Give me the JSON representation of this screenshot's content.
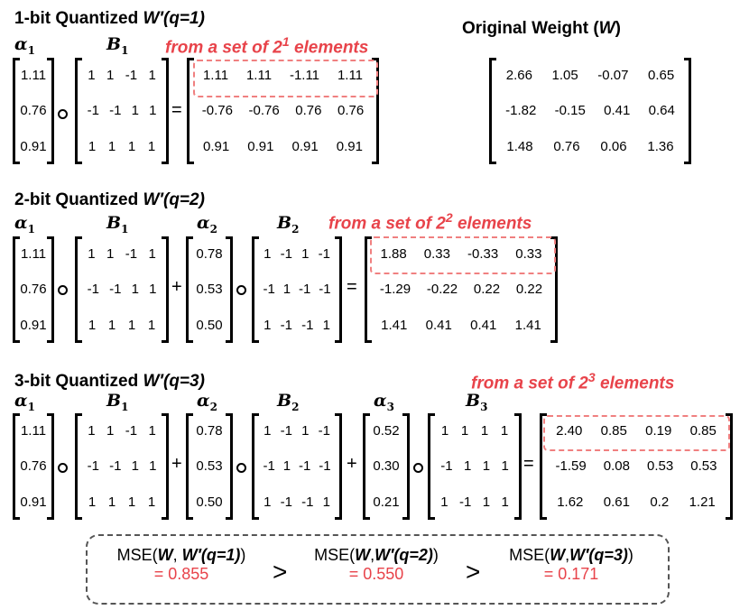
{
  "section1": {
    "title_prefix": "1-bit Quantized ",
    "title_italic": "W′(q=1)",
    "set_prefix": "from a set of 2",
    "set_exp": "1",
    "set_suffix": " elements",
    "alpha1_sym": "α",
    "alpha1_sub": "1",
    "b1_sym": "B",
    "b1_sub": "1",
    "alpha1": [
      "1.11",
      "0.76",
      "0.91"
    ],
    "B1": [
      [
        "1",
        "1",
        "-1",
        "1"
      ],
      [
        "-1",
        "-1",
        "1",
        "1"
      ],
      [
        "1",
        "1",
        "1",
        "1"
      ]
    ],
    "result": [
      [
        "1.11",
        "1.11",
        "-1.11",
        "1.11"
      ],
      [
        "-0.76",
        "-0.76",
        "0.76",
        "0.76"
      ],
      [
        "0.91",
        "0.91",
        "0.91",
        "0.91"
      ]
    ]
  },
  "original": {
    "title_prefix": "Original Weight (",
    "title_italic": "W",
    "title_suffix": ")",
    "W": [
      [
        "2.66",
        "1.05",
        "-0.07",
        "0.65"
      ],
      [
        "-1.82",
        "-0.15",
        "0.41",
        "0.64"
      ],
      [
        "1.48",
        "0.76",
        "0.06",
        "1.36"
      ]
    ]
  },
  "section2": {
    "title_prefix": "2-bit Quantized ",
    "title_italic": "W′(q=2)",
    "set_prefix": "from a set of 2",
    "set_exp": "2",
    "set_suffix": " elements",
    "alpha1_sym": "α",
    "alpha1_sub": "1",
    "b1_sym": "B",
    "b1_sub": "1",
    "alpha2_sym": "α",
    "alpha2_sub": "2",
    "b2_sym": "B",
    "b2_sub": "2",
    "alpha1": [
      "1.11",
      "0.76",
      "0.91"
    ],
    "B1": [
      [
        "1",
        "1",
        "-1",
        "1"
      ],
      [
        "-1",
        "-1",
        "1",
        "1"
      ],
      [
        "1",
        "1",
        "1",
        "1"
      ]
    ],
    "alpha2": [
      "0.78",
      "0.53",
      "0.50"
    ],
    "B2": [
      [
        "1",
        "-1",
        "1",
        "-1"
      ],
      [
        "-1",
        "1",
        "-1",
        "-1"
      ],
      [
        "1",
        "-1",
        "-1",
        "1"
      ]
    ],
    "result": [
      [
        "1.88",
        "0.33",
        "-0.33",
        "0.33"
      ],
      [
        "-1.29",
        "-0.22",
        "0.22",
        "0.22"
      ],
      [
        "1.41",
        "0.41",
        "0.41",
        "1.41"
      ]
    ]
  },
  "section3": {
    "title_prefix": "3-bit Quantized ",
    "title_italic": "W′(q=3)",
    "set_prefix": "from a set of 2",
    "set_exp": "3",
    "set_suffix": " elements",
    "alpha1_sym": "α",
    "alpha1_sub": "1",
    "b1_sym": "B",
    "b1_sub": "1",
    "alpha2_sym": "α",
    "alpha2_sub": "2",
    "b2_sym": "B",
    "b2_sub": "2",
    "alpha3_sym": "α",
    "alpha3_sub": "3",
    "b3_sym": "B",
    "b3_sub": "3",
    "alpha1": [
      "1.11",
      "0.76",
      "0.91"
    ],
    "B1": [
      [
        "1",
        "1",
        "-1",
        "1"
      ],
      [
        "-1",
        "-1",
        "1",
        "1"
      ],
      [
        "1",
        "1",
        "1",
        "1"
      ]
    ],
    "alpha2": [
      "0.78",
      "0.53",
      "0.50"
    ],
    "B2": [
      [
        "1",
        "-1",
        "1",
        "-1"
      ],
      [
        "-1",
        "1",
        "-1",
        "-1"
      ],
      [
        "1",
        "-1",
        "-1",
        "1"
      ]
    ],
    "alpha3": [
      "0.52",
      "0.30",
      "0.21"
    ],
    "B3": [
      [
        "1",
        "1",
        "1",
        "1"
      ],
      [
        "-1",
        "1",
        "1",
        "1"
      ],
      [
        "1",
        "-1",
        "1",
        "1"
      ]
    ],
    "result": [
      [
        "2.40",
        "0.85",
        "0.19",
        "0.85"
      ],
      [
        "-1.59",
        "0.08",
        "0.53",
        "0.53"
      ],
      [
        "1.62",
        "0.61",
        "0.2",
        "1.21"
      ]
    ]
  },
  "operators": {
    "plus": "+",
    "equals": "=",
    "greater": ">"
  },
  "mse": {
    "items": [
      {
        "prefix": "MSE(",
        "w": "W",
        "sep": ", ",
        "wq": "W′(q=1)",
        "suffix": ")",
        "value": "= 0.855"
      },
      {
        "prefix": "MSE(",
        "w": "W",
        "sep": ",",
        "wq": "W′(q=2)",
        "suffix": ")",
        "value": "= 0.550"
      },
      {
        "prefix": "MSE(",
        "w": "W",
        "sep": ",",
        "wq": "W′(q=3)",
        "suffix": ")",
        "value": "= 0.171"
      }
    ]
  }
}
